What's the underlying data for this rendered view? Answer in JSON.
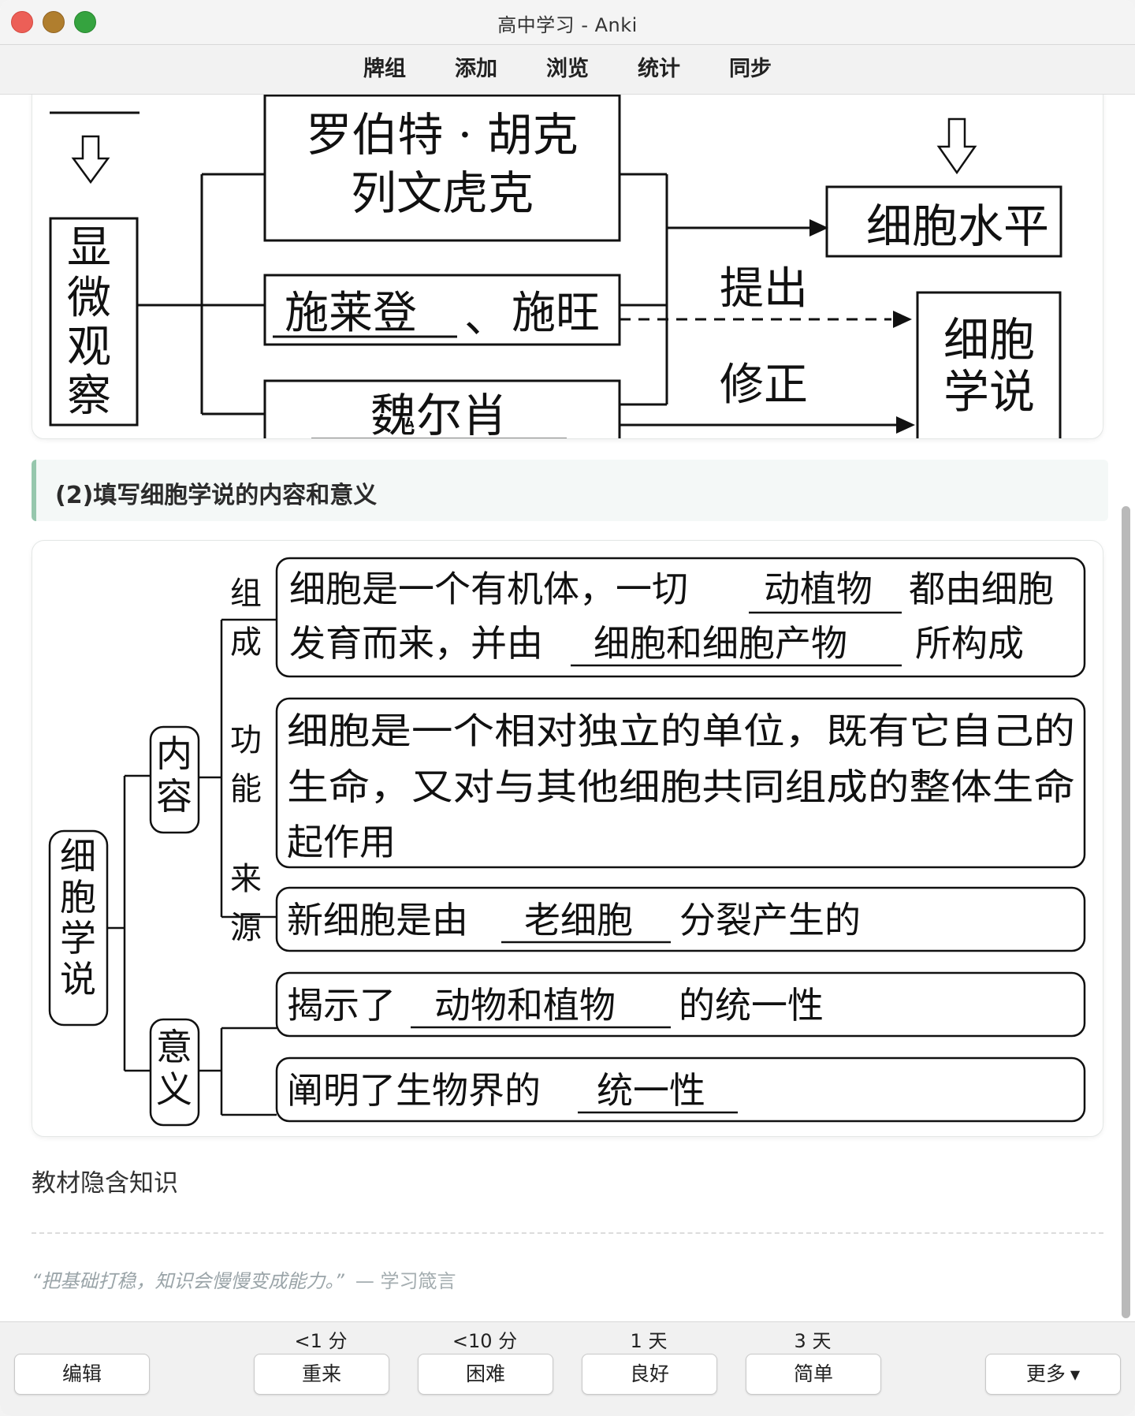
{
  "window": {
    "title": "高中学习 - Anki"
  },
  "nav": {
    "items": [
      "牌组",
      "添加",
      "浏览",
      "统计",
      "同步"
    ]
  },
  "diagram1": {
    "observe": "显微观察",
    "names_a_line1": "罗伯特 · 胡克",
    "names_a_line2": "列文虎克",
    "names_b_part1": "施莱登",
    "names_b_sep": "、",
    "names_b_part2": "施旺",
    "names_c": "魏尔肖",
    "cell_level": "细胞水平",
    "propose": "提出",
    "revise": "修正",
    "theory_line1": "细胞",
    "theory_line2": "学说"
  },
  "section_heading": "(2)填写细胞学说的内容和意义",
  "diagram2": {
    "root": "细胞学说",
    "content": "内容",
    "meaning": "意义",
    "composition": "组成",
    "function": "功能",
    "origin": "来源",
    "box1_line1_a": "细胞是一个有机体，一切",
    "box1_line1_blank": "动植物",
    "box1_line1_b": "都由细胞",
    "box1_line2_a": "发育而来，并由",
    "box1_line2_blank": "细胞和细胞产物",
    "box1_line2_b": "所构成",
    "box2_line1": "细胞是一个相对独立的单位，既有它自己的",
    "box2_line2": "生命，又对与其他细胞共同组成的整体生命",
    "box2_line3": "起作用",
    "box3_a": "新细胞是由",
    "box3_blank": "老细胞",
    "box3_b": "分裂产生的",
    "box4_a": "揭示了",
    "box4_blank": "动物和植物",
    "box4_b": "的统一性",
    "box5_a": "阐明了生物界的",
    "box5_blank": "统一性"
  },
  "subhead": "教材隐含知识",
  "quote": {
    "text": "“把基础打稳，知识会慢慢变成能力。”",
    "source": "— 学习箴言"
  },
  "bottom": {
    "edit": "编辑",
    "again_time": "<1 分",
    "again": "重来",
    "hard_time": "<10 分",
    "hard": "困难",
    "good_time": "1 天",
    "good": "良好",
    "easy_time": "3 天",
    "easy": "简单",
    "more": "更多"
  }
}
